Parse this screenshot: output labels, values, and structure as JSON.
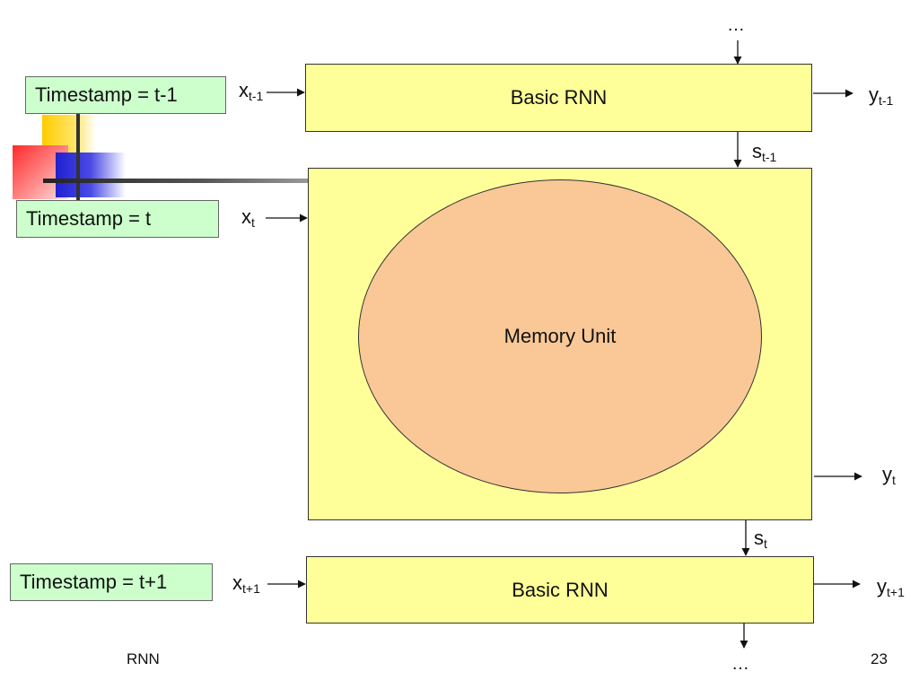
{
  "timestamps": {
    "prev": "Timestamp = t-1",
    "curr": "Timestamp = t",
    "next": "Timestamp = t+1"
  },
  "boxes": {
    "rnn_top": "Basic RNN",
    "memory": "Memory Unit",
    "rnn_bottom": "Basic RNN"
  },
  "vars": {
    "x_prev": {
      "base": "x",
      "sub": "t-1"
    },
    "x_curr": {
      "base": "x",
      "sub": "t"
    },
    "x_next": {
      "base": "x",
      "sub": "t+1"
    },
    "y_prev": {
      "base": "y",
      "sub": "t-1"
    },
    "y_curr": {
      "base": "y",
      "sub": "t"
    },
    "y_next": {
      "base": "y",
      "sub": "t+1"
    },
    "s_prev": {
      "base": "s",
      "sub": "t-1"
    },
    "s_curr": {
      "base": "s",
      "sub": "t"
    }
  },
  "ellipsis_top": "…",
  "ellipsis_bottom": "…",
  "footer": {
    "left": "RNN",
    "page_number": "23"
  },
  "colors": {
    "timestamp_fill": "#ccffcc",
    "box_fill": "#ffff99",
    "memory_fill": "#f9c896"
  }
}
